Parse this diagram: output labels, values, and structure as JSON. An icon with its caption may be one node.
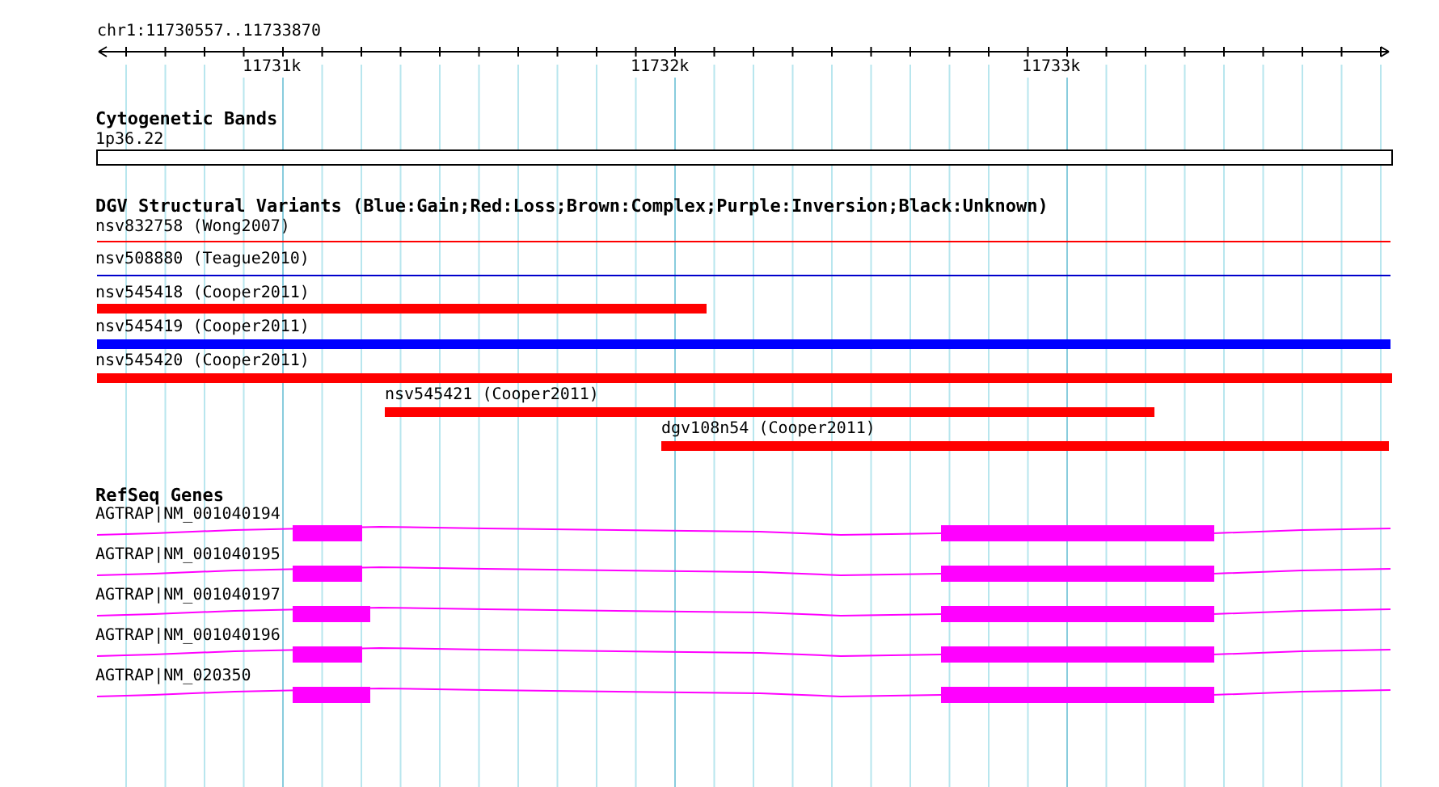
{
  "diagram": {
    "labels": [
      "chr1:11730557..11733870",
      "11731k",
      "11732k",
      "11733k",
      "Cytogenetic Bands",
      "1p36.22",
      "DGV Structural Variants (Blue:Gain;Red:Loss;Brown:Complex;Purple:Inversion;Black:Unknown)",
      "nsv832758 (Wong2007)",
      "nsv508880 (Teague2010)",
      "nsv545418 (Cooper2011)",
      "nsv545419 (Cooper2011)",
      "nsv545420 (Cooper2011)",
      "nsv545421 (Cooper2011)",
      "dgv108n54 (Cooper2011)",
      "RefSeq Genes",
      "AGTRAP|NM_001040194",
      "AGTRAP|NM_001040195",
      "AGTRAP|NM_001040197",
      "AGTRAP|NM_001040196",
      "AGTRAP|NM_020350"
    ]
  }
}
